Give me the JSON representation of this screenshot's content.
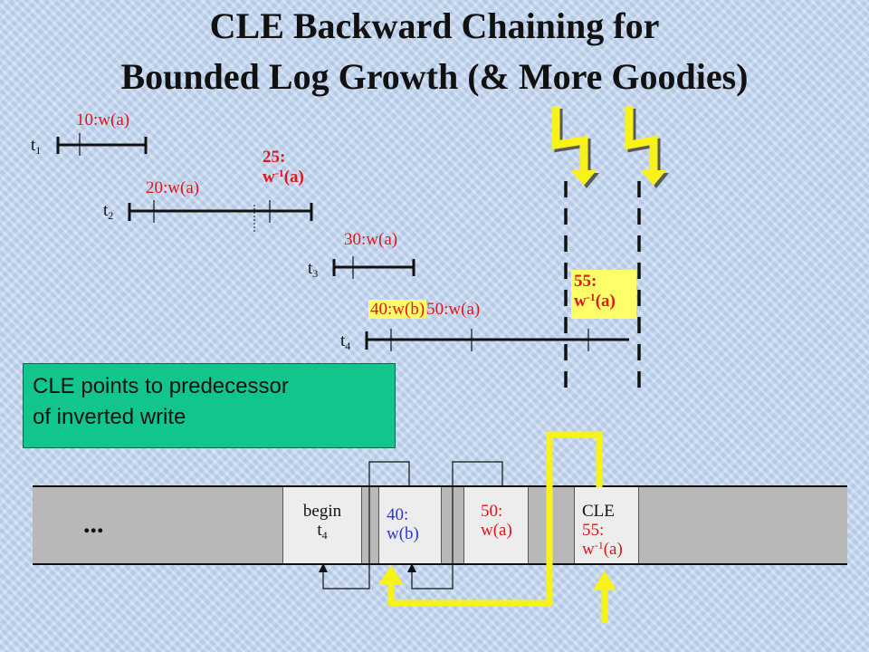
{
  "title": {
    "line1": "CLE Backward Chaining for",
    "line2": "Bounded Log Growth (& More Goodies)"
  },
  "timeline": {
    "t1": {
      "name": "t",
      "sub": "1",
      "ops": [
        "10:w(a)"
      ]
    },
    "t2": {
      "name": "t",
      "sub": "2",
      "ops": [
        "20:w(a)"
      ],
      "undo": {
        "lsn": "25:",
        "op": "w",
        "sup": "-1",
        "arg": "(a)"
      }
    },
    "t3": {
      "name": "t",
      "sub": "3",
      "ops": [
        "30:w(a)"
      ]
    },
    "t4": {
      "name": "t",
      "sub": "4",
      "ops": [
        "40:w(b)",
        "50:w(a)"
      ],
      "undo": {
        "lsn": "55:",
        "op": "w",
        "sup": "-1",
        "arg": "(a)"
      }
    }
  },
  "note": {
    "line1": "CLE points to predecessor",
    "line2": "of inverted write"
  },
  "log": {
    "ellipsis": "...",
    "records": {
      "begin": {
        "line1": "begin",
        "tname": "t",
        "tsub": "4"
      },
      "r40": {
        "line1": "40:",
        "line2": "w(b)"
      },
      "r50": {
        "line1": "50:",
        "line2": "w(a)"
      },
      "cle": {
        "line1": "CLE",
        "line2": "55:",
        "op": "w",
        "sup": "-1",
        "arg": "(a)"
      }
    }
  },
  "icons": [
    "lightning-bolt-icon",
    "lightning-bolt-icon"
  ],
  "colors": {
    "background": "#c3d6ee",
    "redo_text": "#e0161a",
    "log_text": "#2a3ad0",
    "note_fill": "#12c58c",
    "pointer_yellow": "#f7f21a",
    "bolt_yellow": "#f7f21a"
  }
}
